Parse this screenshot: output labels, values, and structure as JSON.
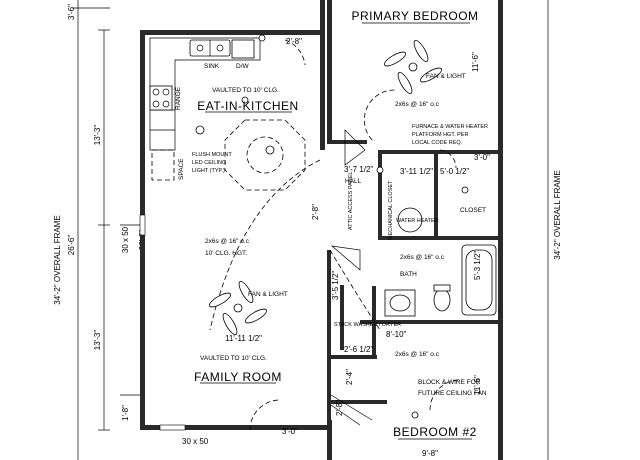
{
  "rooms": {
    "primary_bedroom": "PRIMARY BEDROOM",
    "eat_in_kitchen": "EAT-IN-KITCHEN",
    "family_room": "FAMILY ROOM",
    "bedroom_2": "BEDROOM #2",
    "hall": "HALL",
    "closet": "CLOSET",
    "mechanical_closet": "MECHANICAL CLOSET",
    "attic_access": "ATTIC ACCESS PANEL",
    "bath": "BATH",
    "stack_washer_dryer": "STACK WASHER / DRYER"
  },
  "fixtures": {
    "sink": "SINK",
    "dw": "D/W",
    "range": "RANGE",
    "space": "SPACE",
    "water_heater": "WATER HEATER"
  },
  "notes": {
    "kitchen_vault": "VAULTED TO 10' CLG.",
    "kitchen_light": [
      "FLUSH MOUNT",
      "LED CEILING",
      "LIGHT (TYP.)"
    ],
    "family_joists": "2x6s @ 16\" o.c",
    "family_ceiling": "10' CLG. HGT.",
    "family_fan": "FAN & LIGHT",
    "family_vault": "VAULTED TO 10' CLG.",
    "bedroom_fan": "FAN & LIGHT",
    "bedroom_joists": "2x6s @ 16\" o.c",
    "furnace_note": [
      "FURNACE & WATER HEATER",
      "PLATFORM HGT. PER",
      "LOCAL CODE REQ."
    ],
    "bath_joists": "2x6s @ 16\" o.c",
    "bedroom2_joists": "2x6s @ 16\" o.c",
    "block_wire": [
      "BLOCK & WIRE FOR",
      "FUTURE CEILING FAN"
    ]
  },
  "dimensions": {
    "overall_frame": "34'-2\" OVERALL FRAME",
    "overall_frame_right": "34'-2\" OVERALL FRAME",
    "left_total": "26'-6\"",
    "upper_left": "13'-3\"",
    "lower_left": "13'-3\"",
    "window_left": "30 x 50",
    "window_bottom": "30 x 50",
    "top_left": "3'-6\"",
    "left_bottom": "1'-8\"",
    "kitchen_opening": "2'-8\"",
    "kitchen_depth": "2'-8\"",
    "bed_width": "11'-6\"",
    "hall_width": "3'-7 1/2\"",
    "closet_door": "3'-0\"",
    "closet_width": "5'-0 1/2\"",
    "mech_width": "3'-11 1/2\"",
    "bath_tub": "5'-3 1/2\"",
    "laundry_width": "3'-5 1/2\"",
    "laundry_depth": "2'-6 1/2\"",
    "bath_width": "8'-10\"",
    "fam_width": "11'-11 1/2\"",
    "entry_door": "3'-0\"",
    "bed2_width": "11'-6\"",
    "bed2_depth": "9'-8\"",
    "hall_door": "2'-4\"",
    "wall_thick": "2'-8\""
  }
}
